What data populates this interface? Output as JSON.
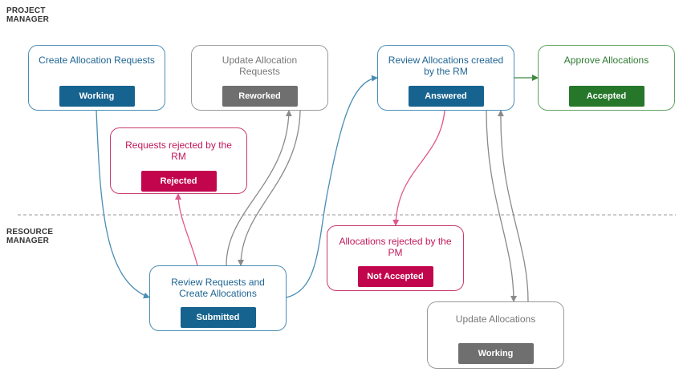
{
  "lanes": {
    "project_manager": "PROJECT\nMANAGER",
    "resource_manager": "RESOURCE\nMANAGER"
  },
  "colors": {
    "blue": "#17638f",
    "blue_border": "#4a8db5",
    "gray": "#6f6f6f",
    "gray_border": "#9a9a9a",
    "green": "#26772a",
    "green_border": "#5ea161",
    "crimson": "#c2064d",
    "crimson_border": "#c93a6d",
    "blue_title": "#1f6593",
    "gray_title": "#777777",
    "green_title": "#2e7b31",
    "crimson_title": "#c2185b"
  },
  "nodes": {
    "create_requests": {
      "title": "Create Allocation Requests",
      "status": "Working"
    },
    "update_requests": {
      "title": "Update Allocation Requests",
      "status": "Reworked"
    },
    "review_allocations": {
      "title": "Review Allocations created by the RM",
      "status": "Answered"
    },
    "approve_allocations": {
      "title": "Approve Allocations",
      "status": "Accepted"
    },
    "requests_rejected": {
      "title": "Requests rejected by the RM",
      "status": "Rejected"
    },
    "review_requests": {
      "title": "Review Requests and Create Allocations",
      "status": "Submitted"
    },
    "allocations_rejected": {
      "title": "Allocations rejected by the PM",
      "status": "Not Accepted"
    },
    "update_allocations": {
      "title": "Update Allocations",
      "status": "Working"
    }
  }
}
